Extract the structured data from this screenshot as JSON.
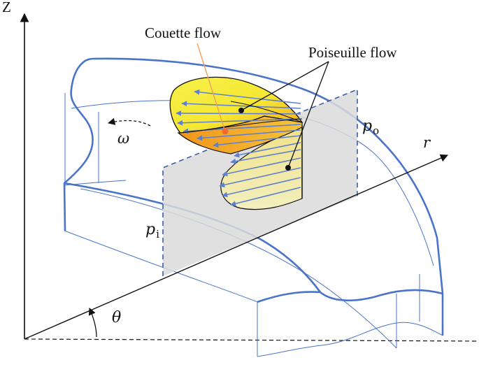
{
  "labels": {
    "z_axis": "Z",
    "r_axis": "r",
    "theta": "θ",
    "omega": "ω",
    "couette": "Couette flow",
    "poiseuille": "Poiseuille flow",
    "p_outer_main": "p",
    "p_outer_sub": "o",
    "p_inner_main": "p",
    "p_inner_sub": "i"
  },
  "colors": {
    "housing_blue": "#4a74c9",
    "axis": "#111111",
    "flow_fill": "#f5ee3c",
    "flow_fill_dark": "#f3a21c",
    "flow_fill_light": "#f6f0a0",
    "arrow_blue": "#5f7fd0",
    "couette_line": "#f0a060",
    "plane_fill": "#dadada",
    "plane_edge": "#3c5f9e"
  }
}
